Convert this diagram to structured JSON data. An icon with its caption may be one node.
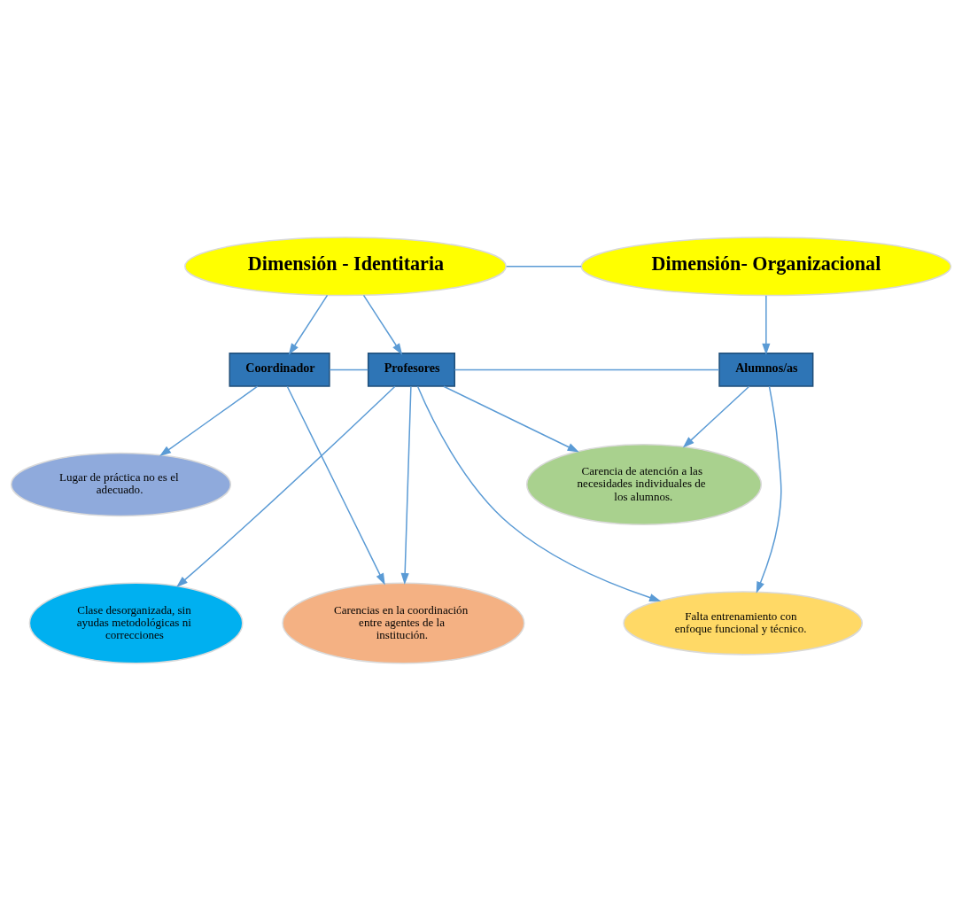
{
  "diagram": {
    "nodes": [
      {
        "text": [
          "Dimensión - Identitaria"
        ]
      },
      {
        "text": [
          "Dimensión- Organizacional"
        ]
      },
      {
        "text": [
          "Coordinador"
        ]
      },
      {
        "text": [
          "Profesores"
        ]
      },
      {
        "text": [
          "Alumnos/as"
        ]
      },
      {
        "text": [
          "Lugar de práctica no es el adecuado."
        ]
      },
      {
        "text": [
          "Carencia de atención a las necesidades individuales de los alumnos."
        ]
      },
      {
        "text": [
          "Clase desorganizada, sin ayudas metodológicas ni correcciones"
        ]
      },
      {
        "text": [
          "Falta entrenamiento con enfoque funcional y técnico."
        ]
      },
      {
        "text": [
          "Carencias en la coordinación entre agentes de la institución."
        ]
      }
    ],
    "edges": [
      {
        "from": 0,
        "to": 1,
        "arrow": "none"
      },
      {
        "from": 0,
        "to": 2,
        "arrow": "to"
      },
      {
        "from": 0,
        "to": 3,
        "arrow": "to"
      },
      {
        "from": 1,
        "to": 4,
        "arrow": "to"
      },
      {
        "from": 2,
        "to": 3,
        "arrow": "none"
      },
      {
        "from": 3,
        "to": 4,
        "arrow": "none"
      },
      {
        "from": 2,
        "to": 5,
        "arrow": "to"
      },
      {
        "from": 2,
        "to": 9,
        "arrow": "to"
      },
      {
        "from": 3,
        "to": 7,
        "arrow": "to"
      },
      {
        "from": 3,
        "to": 8,
        "arrow": "to"
      },
      {
        "from": 3,
        "to": 9,
        "arrow": "to"
      },
      {
        "from": 3,
        "to": 6,
        "arrow": "to"
      },
      {
        "from": 4,
        "to": 8,
        "arrow": "to"
      },
      {
        "from": 4,
        "to": 6,
        "arrow": "to"
      }
    ]
  }
}
